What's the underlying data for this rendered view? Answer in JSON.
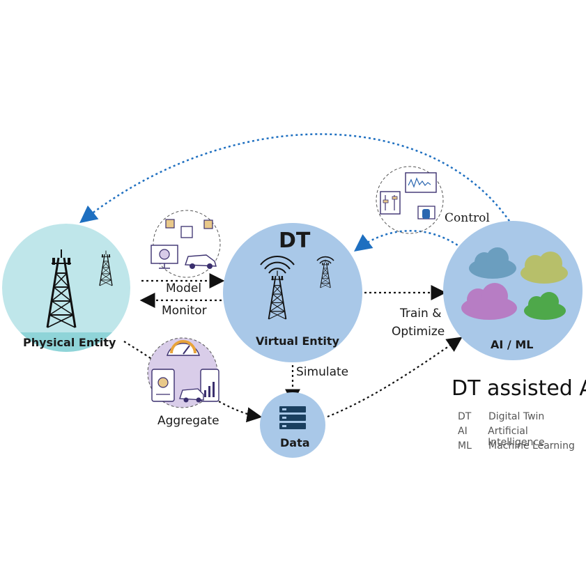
{
  "title": "DT assisted AI",
  "nodes": {
    "physical": {
      "label": "Physical Entity"
    },
    "virtual": {
      "title": "DT",
      "label": "Virtual Entity"
    },
    "aiml": {
      "label": "AI / ML"
    },
    "data": {
      "label": "Data"
    }
  },
  "edges": {
    "model": "Model",
    "monitor": "Monitor",
    "simulate": "Simulate",
    "aggregate": "Aggregate",
    "train": "Train &",
    "optimize": "Optimize",
    "control": "Control"
  },
  "legend": [
    {
      "abbr": "DT",
      "full": "Digital Twin"
    },
    {
      "abbr": "AI",
      "full": "Artificial Intelligence"
    },
    {
      "abbr": "ML",
      "full": "Machine Learning"
    }
  ],
  "colors": {
    "physical_fill": "#bfe6ea",
    "physical_band": "#8fd4d8",
    "circle_blue": "#a9c8e8",
    "arrow_blue": "#1e6fc0",
    "cloud_blue": "#6b9ebf",
    "cloud_olive": "#b7bf6a",
    "cloud_purple": "#b77dc4",
    "cloud_green": "#4ea84a",
    "icon_purple": "#d9cde9"
  }
}
